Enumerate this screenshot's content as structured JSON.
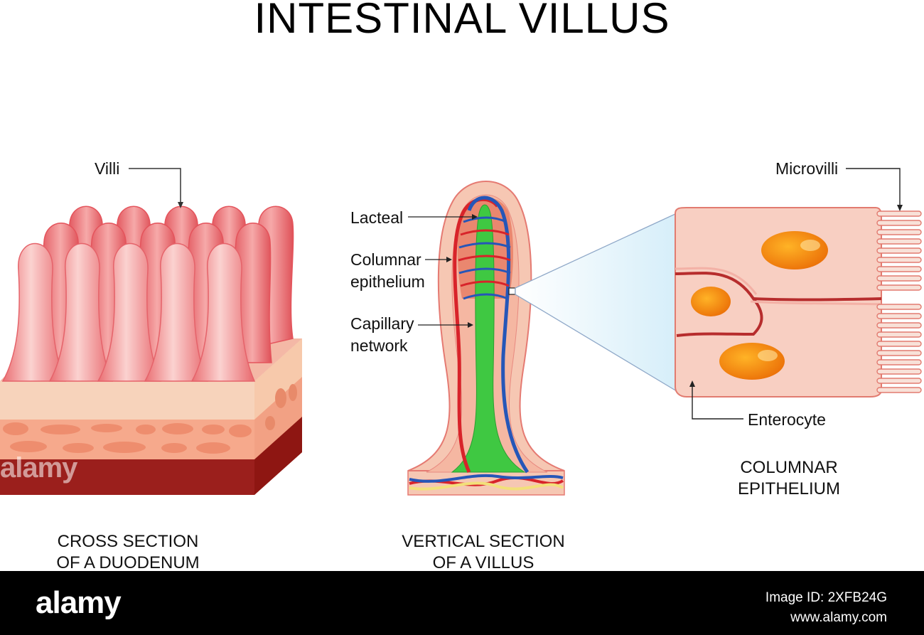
{
  "title": "INTESTINAL VILLUS",
  "labels": {
    "villi": "Villi",
    "lacteal": "Lacteal",
    "columnar_epithelium_1": "Columnar",
    "columnar_epithelium_2": "epithelium",
    "capillary_network_1": "Capillary",
    "capillary_network_2": "network",
    "microvilli": "Microvilli",
    "enterocyte": "Enterocyte"
  },
  "captions": {
    "duodenum_1": "CROSS SECTION",
    "duodenum_2": "OF A DUODENUM",
    "villus_1": "VERTICAL SECTION",
    "villus_2": "OF A VILLUS",
    "epithelium_1": "COLUMNAR",
    "epithelium_2": "EPITHELIUM"
  },
  "watermark": "alamy",
  "footer": {
    "brand": "alamy",
    "image_id": "Image ID: 2XFB24G",
    "site": "www.alamy.com"
  },
  "colors": {
    "villus_pink": "#f28a8c",
    "villus_light": "#f9c6c4",
    "artery_red": "#d8232a",
    "vein_blue": "#2656b8",
    "lacteal_green": "#39c43c",
    "nucleus_orange": "#f39a12",
    "cell_pink": "#f8cfc2",
    "muscle_dark": "#8b1a1a"
  }
}
